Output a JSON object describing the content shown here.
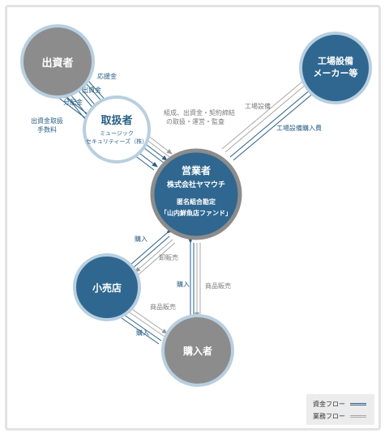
{
  "nodes": {
    "investor": "出資者",
    "handler_title": "取扱者",
    "handler_sub1": "ミュージック",
    "handler_sub2": "セキュリティーズ（株）",
    "factory_line1": "工場設備",
    "factory_line2": "メーカー等",
    "operator_line1": "営業者",
    "operator_line2": "株式会社ヤマウチ",
    "operator_line3": "匿名組合勘定",
    "operator_line4": "「山内鮮魚店ファンド」",
    "retailer": "小売店",
    "buyer": "購入者"
  },
  "labels": {
    "oubokin": "応援金",
    "shusshikin": "出資金",
    "bunpaikin": "分配金",
    "fee_line1": "出資金取扱",
    "fee_line2": "手数料",
    "org_line1": "組成、出資金・契約締結",
    "org_line2": "の取扱・運営・監査",
    "factory_equipment": "工場設備",
    "factory_purchase": "工場設備購入費",
    "buy_from_operator": "購入",
    "wholesale": "卸販売",
    "buy_by_buyer": "購入",
    "product_sale_operator": "商品販売",
    "product_sale_retailer": "商品販売",
    "buy_from_retailer": "購入"
  },
  "legend": {
    "money_flow": "資金フロー",
    "business_flow": "業務フロー"
  },
  "colors": {
    "money": "#2a5f86",
    "business": "#a8a8a8",
    "node_dark": "#2f6790",
    "node_gray": "#8c8c8c",
    "ring": "#b8cfe0"
  }
}
